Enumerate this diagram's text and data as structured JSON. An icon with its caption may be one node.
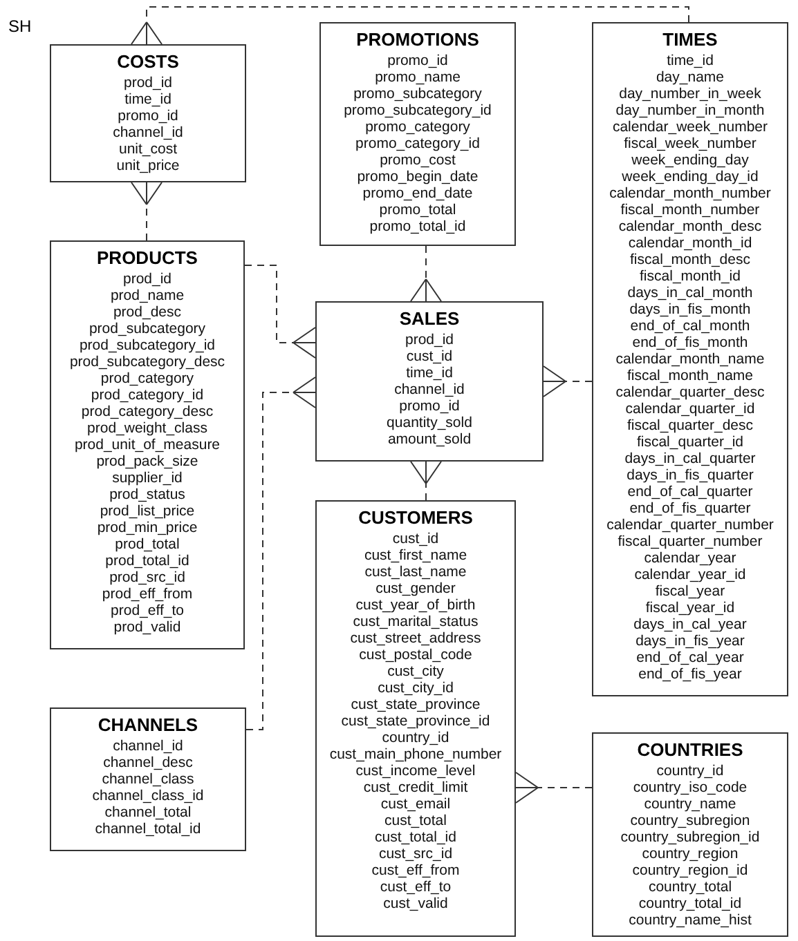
{
  "diagram": {
    "nodes": [
      {
        "text": [
          "COSTS",
          "prod_id",
          "time_id",
          "promo_id",
          "channel_id",
          "unit_cost",
          "unit_price"
        ]
      },
      {
        "text": [
          "PROMOTIONS",
          "promo_id",
          "promo_name",
          "promo_subcategory",
          "promo_subcategory_id",
          "promo_category",
          "promo_category_id",
          "promo_cost",
          "promo_begin_date",
          "promo_end_date",
          "promo_total",
          "promo_total_id"
        ]
      },
      {
        "text": [
          "TIMES",
          "time_id",
          "day_name",
          "day_number_in_week",
          "day_number_in_month",
          "calendar_week_number",
          "fiscal_week_number",
          "week_ending_day",
          "week_ending_day_id",
          "calendar_month_number",
          "fiscal_month_number",
          "calendar_month_desc",
          "calendar_month_id",
          "fiscal_month_desc",
          "fiscal_month_id",
          "days_in_cal_month",
          "days_in_fis_month",
          "end_of_cal_month",
          "end_of_fis_month",
          "calendar_month_name",
          "fiscal_month_name",
          "calendar_quarter_desc",
          "calendar_quarter_id",
          "fiscal_quarter_desc",
          "fiscal_quarter_id",
          "days_in_cal_quarter",
          "days_in_fis_quarter",
          "end_of_cal_quarter",
          "end_of_fis_quarter",
          "calendar_quarter_number",
          "fiscal_quarter_number",
          "calendar_year",
          "calendar_year_id",
          "fiscal_year",
          "fiscal_year_id",
          "days_in_cal_year",
          "days_in_fis_year",
          "end_of_cal_year",
          "end_of_fis_year"
        ]
      },
      {
        "text": [
          "PRODUCTS",
          "prod_id",
          "prod_name",
          "prod_desc",
          "prod_subcategory",
          "prod_subcategory_id",
          "prod_subcategory_desc",
          "prod_category",
          "prod_category_id",
          "prod_category_desc",
          "prod_weight_class",
          "prod_unit_of_measure",
          "prod_pack_size",
          "supplier_id",
          "prod_status",
          "prod_list_price",
          "prod_min_price",
          "prod_total",
          "prod_total_id",
          "prod_src_id",
          "prod_eff_from",
          "prod_eff_to",
          "prod_valid"
        ]
      },
      {
        "text": [
          "SALES",
          "prod_id",
          "cust_id",
          "time_id",
          "channel_id",
          "promo_id",
          "quantity_sold",
          "amount_sold"
        ]
      },
      {
        "text": [
          "CUSTOMERS",
          "cust_id",
          "cust_first_name",
          "cust_last_name",
          "cust_gender",
          "cust_year_of_birth",
          "cust_marital_status",
          "cust_street_address",
          "cust_postal_code",
          "cust_city",
          "cust_city_id",
          "cust_state_province",
          "cust_state_province_id",
          "country_id",
          "cust_main_phone_number",
          "cust_income_level",
          "cust_credit_limit",
          "cust_email",
          "cust_total",
          "cust_total_id",
          "cust_src_id",
          "cust_eff_from",
          "cust_eff_to",
          "cust_valid"
        ]
      },
      {
        "text": [
          "CHANNELS",
          "channel_id",
          "channel_desc",
          "channel_class",
          "channel_class_id",
          "channel_total",
          "channel_total_id"
        ]
      },
      {
        "text": [
          "COUNTRIES",
          "country_id",
          "country_iso_code",
          "country_name",
          "country_subregion",
          "country_subregion_id",
          "country_region",
          "country_region_id",
          "country_total",
          "country_total_id",
          "country_name_hist"
        ]
      }
    ],
    "edges": [
      {
        "from": 2,
        "to": 0,
        "arrow": "other",
        "style": "dashed"
      },
      {
        "from": 3,
        "to": 0,
        "arrow": "other",
        "style": "dashed"
      },
      {
        "from": 1,
        "to": 4,
        "arrow": "other",
        "style": "dashed"
      },
      {
        "from": 3,
        "to": 4,
        "arrow": "other",
        "style": "dashed"
      },
      {
        "from": 6,
        "to": 4,
        "arrow": "other",
        "style": "dashed"
      },
      {
        "from": 2,
        "to": 4,
        "arrow": "other",
        "style": "dashed"
      },
      {
        "from": 5,
        "to": 4,
        "arrow": "other",
        "style": "dashed"
      },
      {
        "from": 7,
        "to": 5,
        "arrow": "other",
        "style": "dashed"
      }
    ],
    "labels": [
      "SH"
    ]
  }
}
